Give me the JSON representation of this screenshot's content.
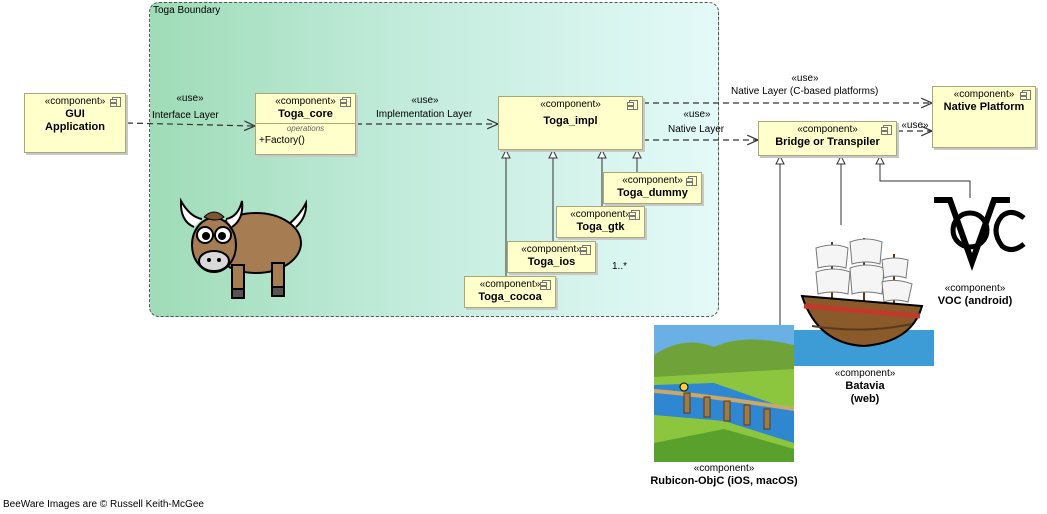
{
  "boundary": {
    "title": "Toga Boundary"
  },
  "stereotype": "«component»",
  "use_label": "«use»",
  "components": {
    "gui_application": {
      "name_line1": "GUI",
      "name_line2": "Application"
    },
    "toga_core": {
      "name": "Toga_core",
      "operations_label": "operations",
      "operation": "+Factory()"
    },
    "toga_impl": {
      "name": "Toga_impl"
    },
    "toga_dummy": {
      "name": "Toga_dummy"
    },
    "toga_gtk": {
      "name": "Toga_gtk"
    },
    "toga_ios": {
      "name": "Toga_ios"
    },
    "toga_cocoa": {
      "name": "Toga_cocoa"
    },
    "native_platform": {
      "name": "Native Platform"
    },
    "bridge": {
      "name": "Bridge or Transpiler"
    },
    "voc": {
      "name": "VOC (android)"
    },
    "batavia": {
      "name_line1": "Batavia",
      "name_line2": "(web)"
    },
    "rubicon": {
      "name": "Rubicon-ObjC (iOS, macOS)"
    }
  },
  "connectors": {
    "interface_layer": "Interface Layer",
    "implementation_layer": "Implementation Layer",
    "native_layer_c": "Native Layer (C-based platforms)",
    "native_layer": "Native Layer",
    "multiplicity": "1..*"
  },
  "voc_logo_text": "VOC",
  "credit": "BeeWare Images are © Russell Keith-McGee"
}
